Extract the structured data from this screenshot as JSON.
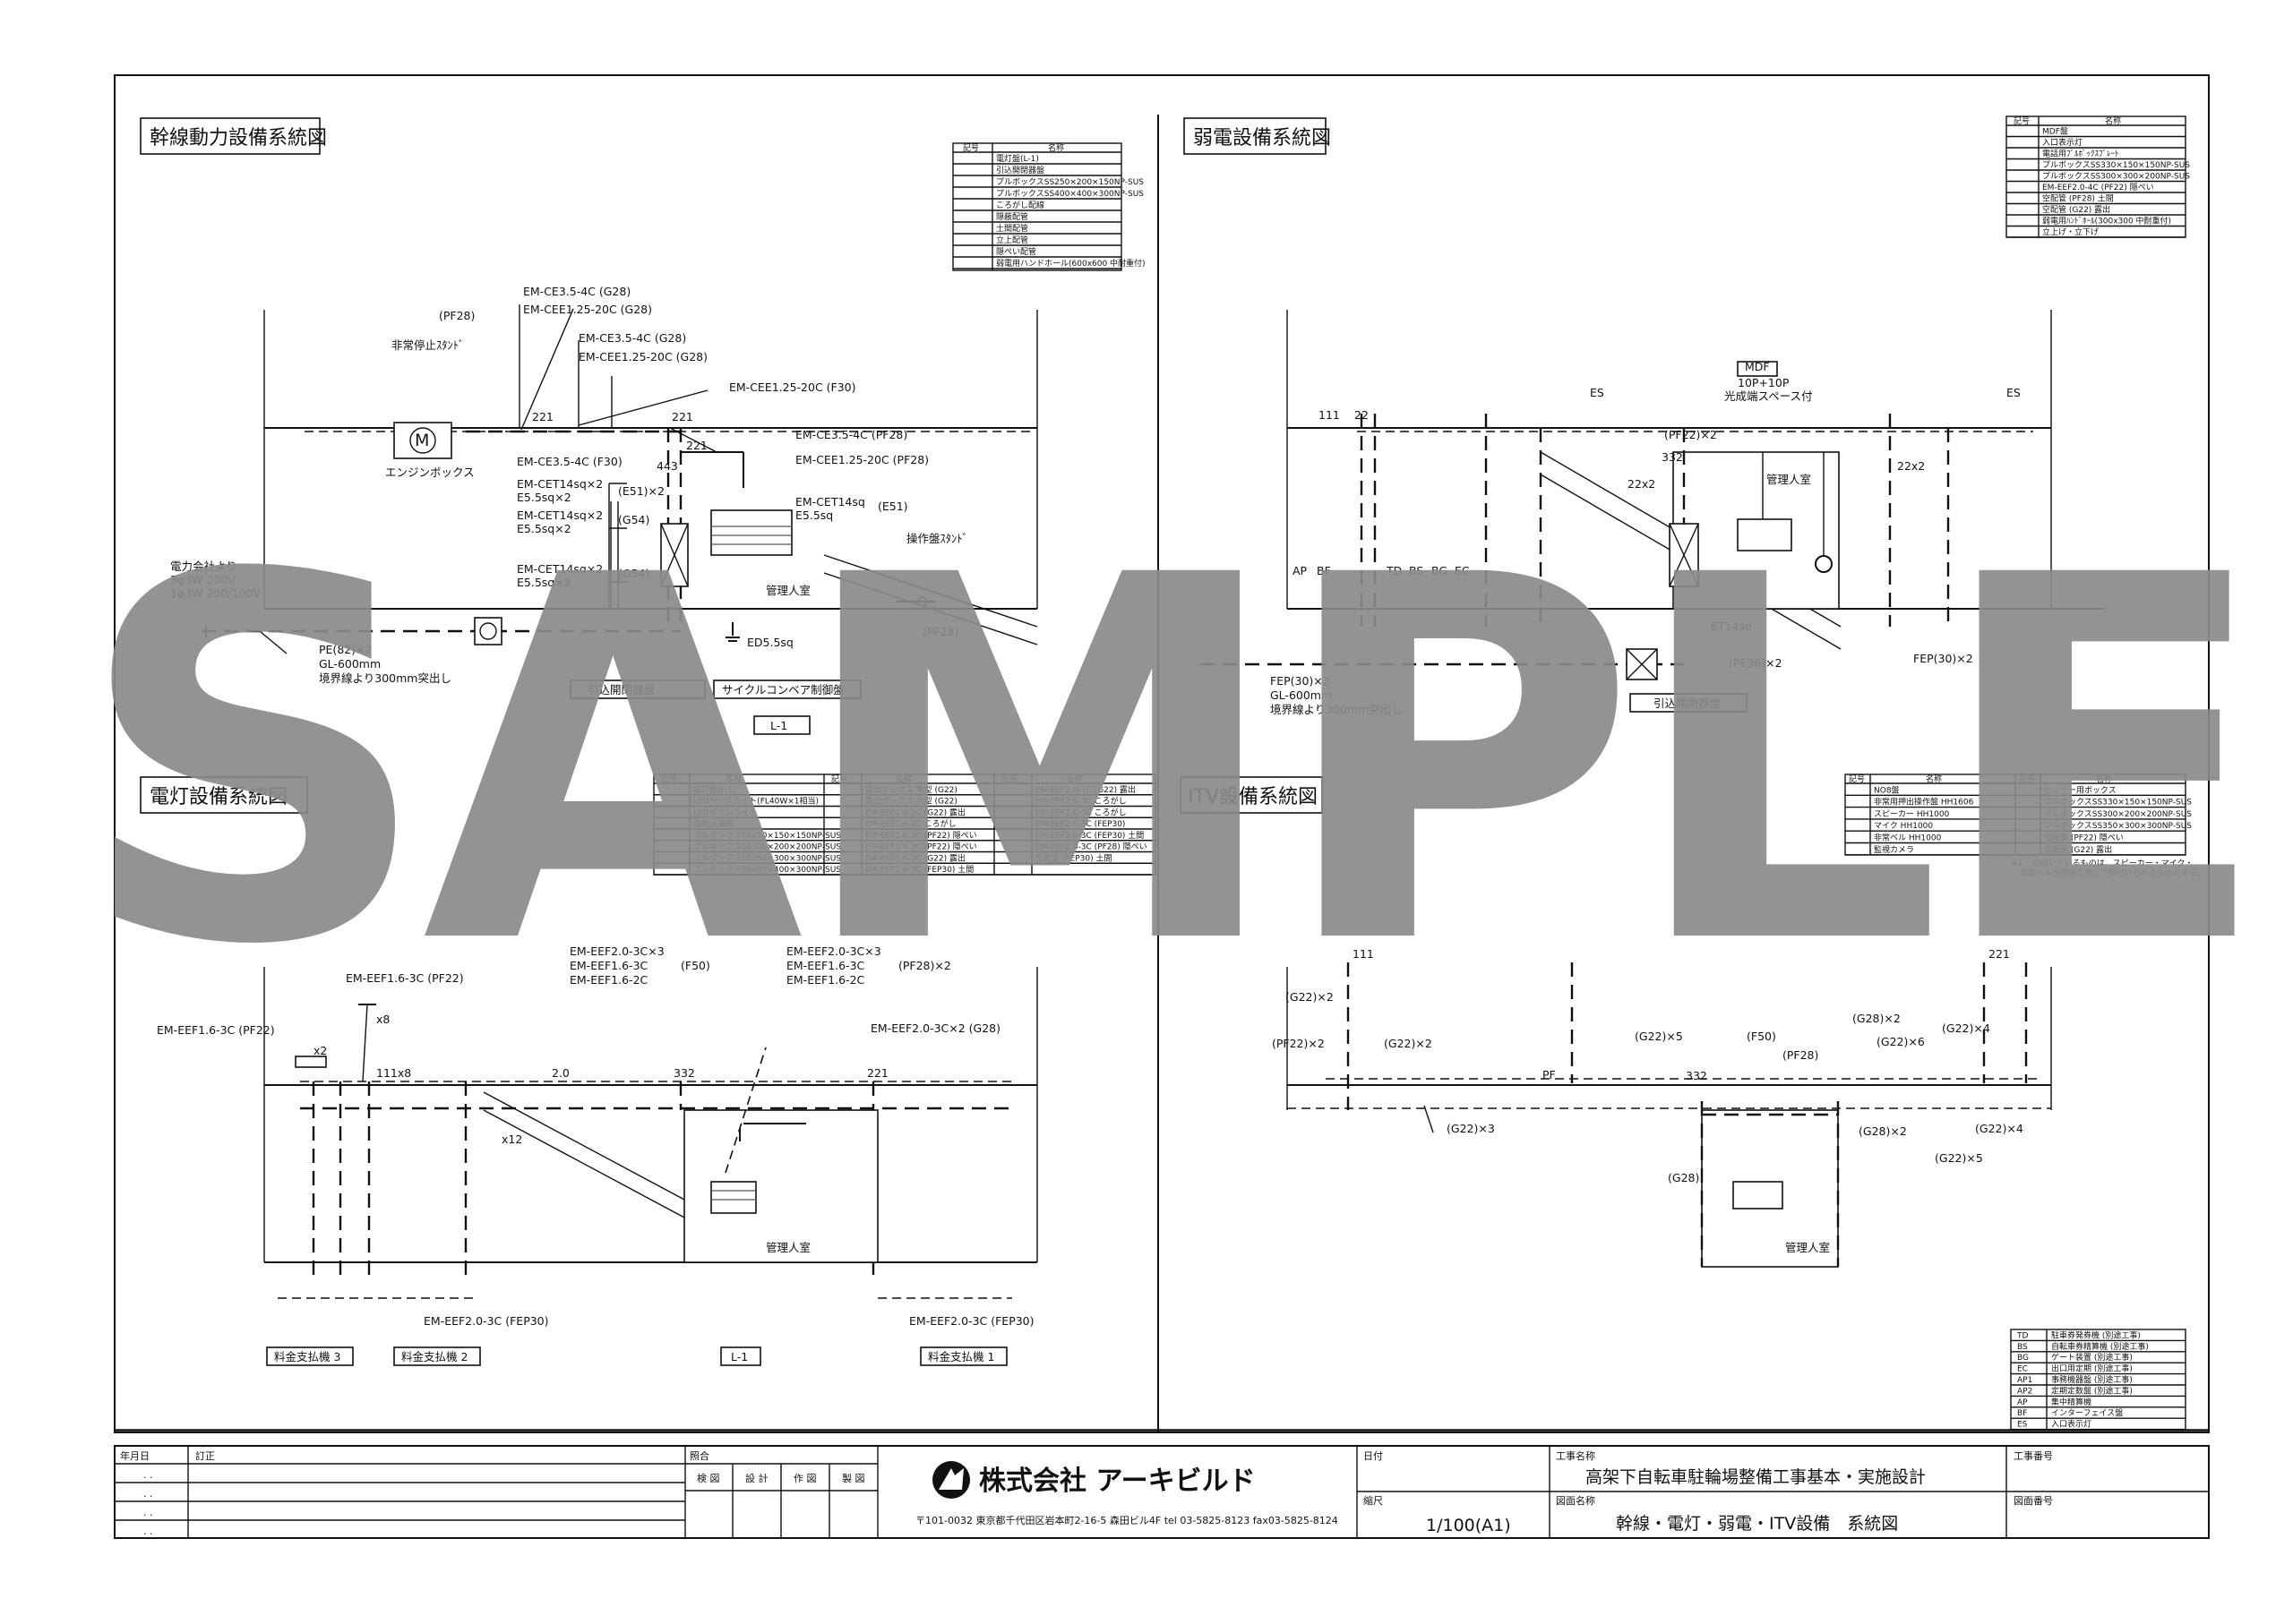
{
  "watermark": "SAMPLE",
  "sections": {
    "trunk": "幹線動力設備系統図",
    "weak": "弱電設備系統図",
    "lighting": "電灯設備系統図",
    "itv": "ITV設備系統図"
  },
  "trunk": {
    "labels": {
      "c1": "EM-CE3.5-4C (G28)",
      "c2": "EM-CEE1.25-20C (G28)",
      "c3": "EM-CE3.5-4C (G28)",
      "c4": "EM-CEE1.25-20C (G28)",
      "c5": "EM-CEE1.25-20C (F30)",
      "c6": "EM-CE3.5-4C (PF28)",
      "c7": "EM-CEE1.25-20C (PF28)",
      "c8": "EM-CE3.5-4C (F30)",
      "c9": "EM-CET14sq×2",
      "c10": "E5.5sq×2",
      "c11": "EM-CET14sq×2",
      "c12": "E5.5sq×2",
      "c13": "EM-CET14sq",
      "c14": "E5.5sq",
      "c15": "EM-CET14sq×2",
      "c16": "E5.5sq×2",
      "pf28": "(PF28)",
      "estop": "非常停止ｽﾀﾝﾄﾞ",
      "engine": "エンジンボックス",
      "e51x2": "(E51)×2",
      "g54a": "(G54)",
      "e51": "(E51)",
      "g54b": "(G54)",
      "n221a": "221",
      "n221b": "221",
      "n221c": "221",
      "n443": "443",
      "power1": "電力会社より",
      "power2": "3φ3W 200V",
      "power3": "1φ3W 200/100V",
      "pe": "PE(82)×2",
      "gl": "GL-600mm",
      "border": "境界線より300mm突出し",
      "room": "管理人室",
      "ed": "ED5.5sq",
      "opstand": "操作盤ｽﾀﾝﾄﾞ",
      "pf28b": "(PF28)",
      "panel1": "引込開閉器盤",
      "panel2": "サイクルコンベア制御盤",
      "l1": "L-1",
      "motor": "M"
    },
    "legend": {
      "head": [
        "記号",
        "名称"
      ],
      "rows": [
        "電灯盤(L-1)",
        "引込開閉器盤",
        "プルボックスSS250×200×150NP-SUS",
        "プルボックスSS400×400×300NP-SUS",
        "ころがし配線",
        "隠蔽配管",
        "土間配管",
        "立上配管",
        "隠ぺい配管",
        "弱電用ハンドホール(600x600 中耐重付)"
      ]
    }
  },
  "weak": {
    "labels": {
      "mdf1": "MDF",
      "mdf2": "10P+10P",
      "mdf3": "光成端スペース付",
      "es1": "ES",
      "es2": "ES",
      "pf22x2": "(PF22)×2",
      "n332": "332",
      "n22x2a": "22x2",
      "n22x2b": "22x2",
      "room": "管理人室",
      "et": "ET14sq",
      "pe36": "(PE36)×2",
      "fep30": "FEP(30)×2",
      "fep30b": "FEP(30)×2",
      "gl": "GL-600mm",
      "border": "境界線より300mm突出し",
      "panel": "引込開閉器盤",
      "n111": "111",
      "n22": "22",
      "ap": "AP",
      "bf": "BF",
      "td": "TD",
      "bs": "BS",
      "bg": "BG",
      "ec": "EC"
    },
    "legend": {
      "head": [
        "記号",
        "名称"
      ],
      "rows": [
        "MDF盤",
        "入口表示灯",
        "電話用ﾌﾟﾙﾎﾞｯｸｽﾌﾟﾚｰﾄ",
        "プルボックスSS330×150×150NP-SUS",
        "プルボックスSS300×300×200NP-SUS",
        "EM-EEF2.0-4C (PF22) 隠ぺい",
        "空配管 (PF28) 土間",
        "空配管 (G22) 露出",
        "弱電用ﾊﾝﾄﾞﾎｰﾙ(300x300 中耐重付)",
        "立上げ・立下げ"
      ]
    }
  },
  "lighting": {
    "labels": {
      "e1": "EM-EEF1.6-3C (PF22)",
      "e2": "EM-EEF1.6-3C (PF22)",
      "e3": "EM-EEF2.0-3C×3",
      "e4": "EM-EEF1.6-3C",
      "e5": "EM-EEF1.6-2C",
      "f50": "(F50)",
      "e6": "EM-EEF2.0-3C×3",
      "e7": "EM-EEF1.6-3C",
      "e8": "EM-EEF1.6-2C",
      "pf28x2": "(PF28)×2",
      "e9": "EM-EEF2.0-3C×2 (G28)",
      "x8": "x8",
      "x2": "x2",
      "x12": "x12",
      "n111x8": "111x8",
      "v20": "2.0",
      "n332": "332",
      "n221": "221",
      "room": "管理人室",
      "fep": "EM-EEF2.0-3C (FEP30)",
      "fep2": "EM-EEF2.0-3C (FEP30)",
      "pay3": "料金支払機 3",
      "pay2": "料金支払機 2",
      "pay1": "料金支払機 1",
      "l1": "L-1"
    },
    "legend_head": [
      "記号",
      "名称",
      "記号",
      "名称",
      "記号",
      "名称"
    ],
    "legend_col1": [
      "電灯盤(L-1)",
      "LEDベースライト(FL40W×1相当)",
      "LEDダウンライト",
      "自動点滅器",
      "プルボックスSS250×150×150NP-SUS",
      "プルボックスSS300×200×200NP-SUS",
      "プルボックスSS350×300×300NP-SUS",
      "プルボックスSS400×400×300NP-SUS"
    ],
    "legend_col2": [
      "露出ボックス 角型 (G22)",
      "露出ボックス 丸型 (G22)",
      "EM-EEF1.6-2C (G22) 露出",
      "EM-EEF1.6-2C ころがし",
      "EM-EEF1.6-3C (PF22) 隠ぺい",
      "EM-EEF1.6-3C (PF22) 隠ぺい",
      "EM-EEF1.6-3C (G22) 露出",
      "EM-EEF1.6-3C (FEP30) 土間"
    ],
    "legend_col3": [
      "EM-EEF2.0-3C (G22) 露出",
      "EM-EEF2.0-3C ころがし",
      "EM-EEF2.0-3C ころがし",
      "EM-EEF2.0-3C (FEP30)",
      "EM-EEF2.0-3C (FEP30) 土間",
      "EM-EEF2.0-3C (PF28) 隠ぺい",
      "空配管 (FEP30) 土間"
    ]
  },
  "itv": {
    "labels": {
      "g22x2a": "(G22)×2",
      "pf22x2": "(PF22)×2",
      "g22x2b": "(G22)×2",
      "g22x5a": "(G22)×5",
      "f50": "(F50)",
      "pf28": "(PF28)",
      "g28x2": "(G28)×2",
      "g22x6": "(G22)×6",
      "g22x4a": "(G22)×4",
      "g22x3": "(G22)×3",
      "g28x2b": "(G28)×2",
      "g22x4b": "(G22)×4",
      "g22x5b": "(G22)×5",
      "g28": "(G28)",
      "n332": "332",
      "n111": "111",
      "n221": "221",
      "pf": "PF",
      "room": "管理人室"
    },
    "legend": {
      "head": [
        "記号",
        "名称",
        "記号",
        "名称"
      ],
      "left": [
        "NO8盤",
        "非常用押出操作盤 HH1606",
        "スピーカー HH1000",
        "マイク HH1000",
        "非常ベル HH1000",
        "監視カメラ"
      ],
      "right": [
        "センサー用ボックス",
        "プルボックスSS330×150×150NP-SUS",
        "プルボックスSS300×200×200NP-SUS",
        "プルボックスSS350×300×300NP-SUS",
        "空配管 (PF22) 隠ぺい",
        "空配管 (G22) 露出"
      ],
      "note1": "※1 ○が付いているものは、スピーカー・マイク・",
      "note2": "非常ベルが放送工事にて取付けられるものとする。"
    }
  },
  "equip_legend": [
    {
      "code": "TD",
      "name": "駐車券発券機 (別途工事)"
    },
    {
      "code": "BS",
      "name": "自転車券精算機 (別途工事)"
    },
    {
      "code": "BG",
      "name": "ゲート装置 (別途工事)"
    },
    {
      "code": "EC",
      "name": "出口用定期 (別途工事)"
    },
    {
      "code": "AP1",
      "name": "事務機器盤 (別途工事)"
    },
    {
      "code": "AP2",
      "name": "定期定数盤 (別途工事)"
    },
    {
      "code": "AP",
      "name": "集中精算機"
    },
    {
      "code": "BF",
      "name": "インターフェイス盤"
    },
    {
      "code": "ES",
      "name": "入口表示灯"
    }
  ],
  "title_block": {
    "date_head": "年月日",
    "rev_head": "訂正",
    "rev_rows": [
      ". .",
      ". .",
      ". .",
      ". ."
    ],
    "approve": "照合",
    "roles": [
      "検 図",
      "設 計",
      "作 図",
      "製 図"
    ],
    "company": "株式会社 アーキビルド",
    "address": "〒101-0032 東京都千代田区岩本町2-16-5 森田ビル4F tel 03-5825-8123 fax03-5825-8124",
    "date_label": "日付",
    "scale_label": "縮尺",
    "scale": "1/100(A1)",
    "project_label": "工事名称",
    "project": "高架下自転車駐輪場整備工事基本・実施設計",
    "drawing_label": "図面名称",
    "drawing": "幹線・電灯・弱電・ITV設備　系統図",
    "no_label": "工事番号",
    "dwg_label": "図面番号"
  }
}
